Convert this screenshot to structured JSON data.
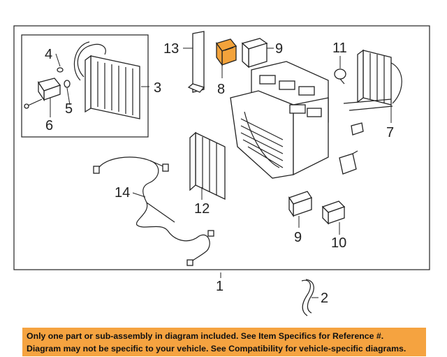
{
  "callouts": {
    "c1": "1",
    "c2": "2",
    "c3": "3",
    "c4": "4",
    "c5": "5",
    "c6": "6",
    "c7": "7",
    "c8": "8",
    "c9a": "9",
    "c9b": "9",
    "c10": "10",
    "c11": "11",
    "c12": "12",
    "c13": "13",
    "c14": "14"
  },
  "highlight_color": "#f3a33b",
  "disclaimer": {
    "line1": "Only one part or sub-assembly in diagram included. See Item Specifics for Reference #.",
    "line2": "Diagram may not be specific to your vehicle. See Compatibility for vehicle-specific diagrams.",
    "background": "#f5a340"
  }
}
